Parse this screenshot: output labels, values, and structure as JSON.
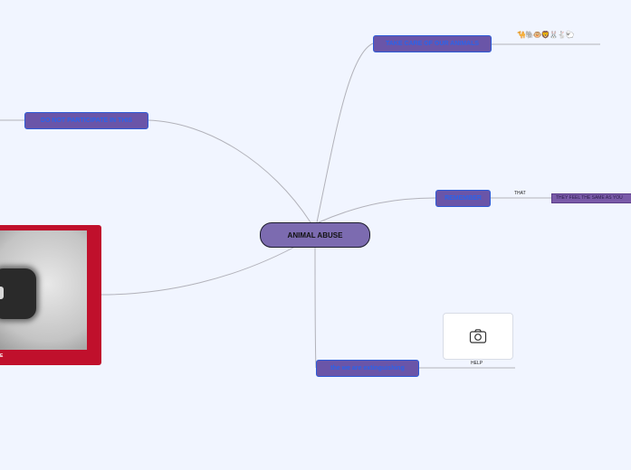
{
  "central": {
    "label": "ANIMAL ABUSE"
  },
  "topics": {
    "take_care": "TAKE CARE OF OUR ANIMALS",
    "do_not": "DO NOT PARTICIPATE IN THIS",
    "remember": "REMEMBER",
    "extinguishing": "the we are extinguishing"
  },
  "subtopics": {
    "that": "THAT",
    "feel_same": "THEY FEEL THE SAME AS YOU",
    "help": "HELP",
    "animals_emoji": "🐪🐘🐵🦁🐰🐇🐑"
  },
  "video": {
    "caption": "E"
  },
  "colors": {
    "node_fill": "#6a55a8",
    "node_text": "#2c63e8",
    "central_fill": "#7c6bb0",
    "link": "#b0b0b8",
    "video_frame": "#c0102c"
  },
  "icons": {
    "camera": "camera-icon",
    "video_thumb": "play-icon"
  }
}
